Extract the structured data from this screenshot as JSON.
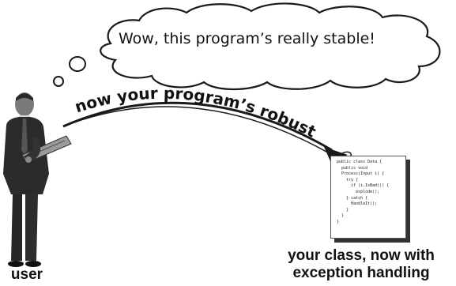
{
  "thought": {
    "text": "Wow, this program’s really stable!"
  },
  "arc": {
    "text": "now your program’s robust"
  },
  "user": {
    "label": "user"
  },
  "code": {
    "lines": [
      "public class Data {",
      "  public void",
      "  Process(Input i) {",
      "    try {",
      "      if (i.IsBad()) {",
      "        explode();",
      "    } catch {",
      "      HandleIt();",
      "    }",
      "  }",
      "}"
    ]
  },
  "class_label": {
    "line1": "your class, now with",
    "line2": "exception handling"
  }
}
